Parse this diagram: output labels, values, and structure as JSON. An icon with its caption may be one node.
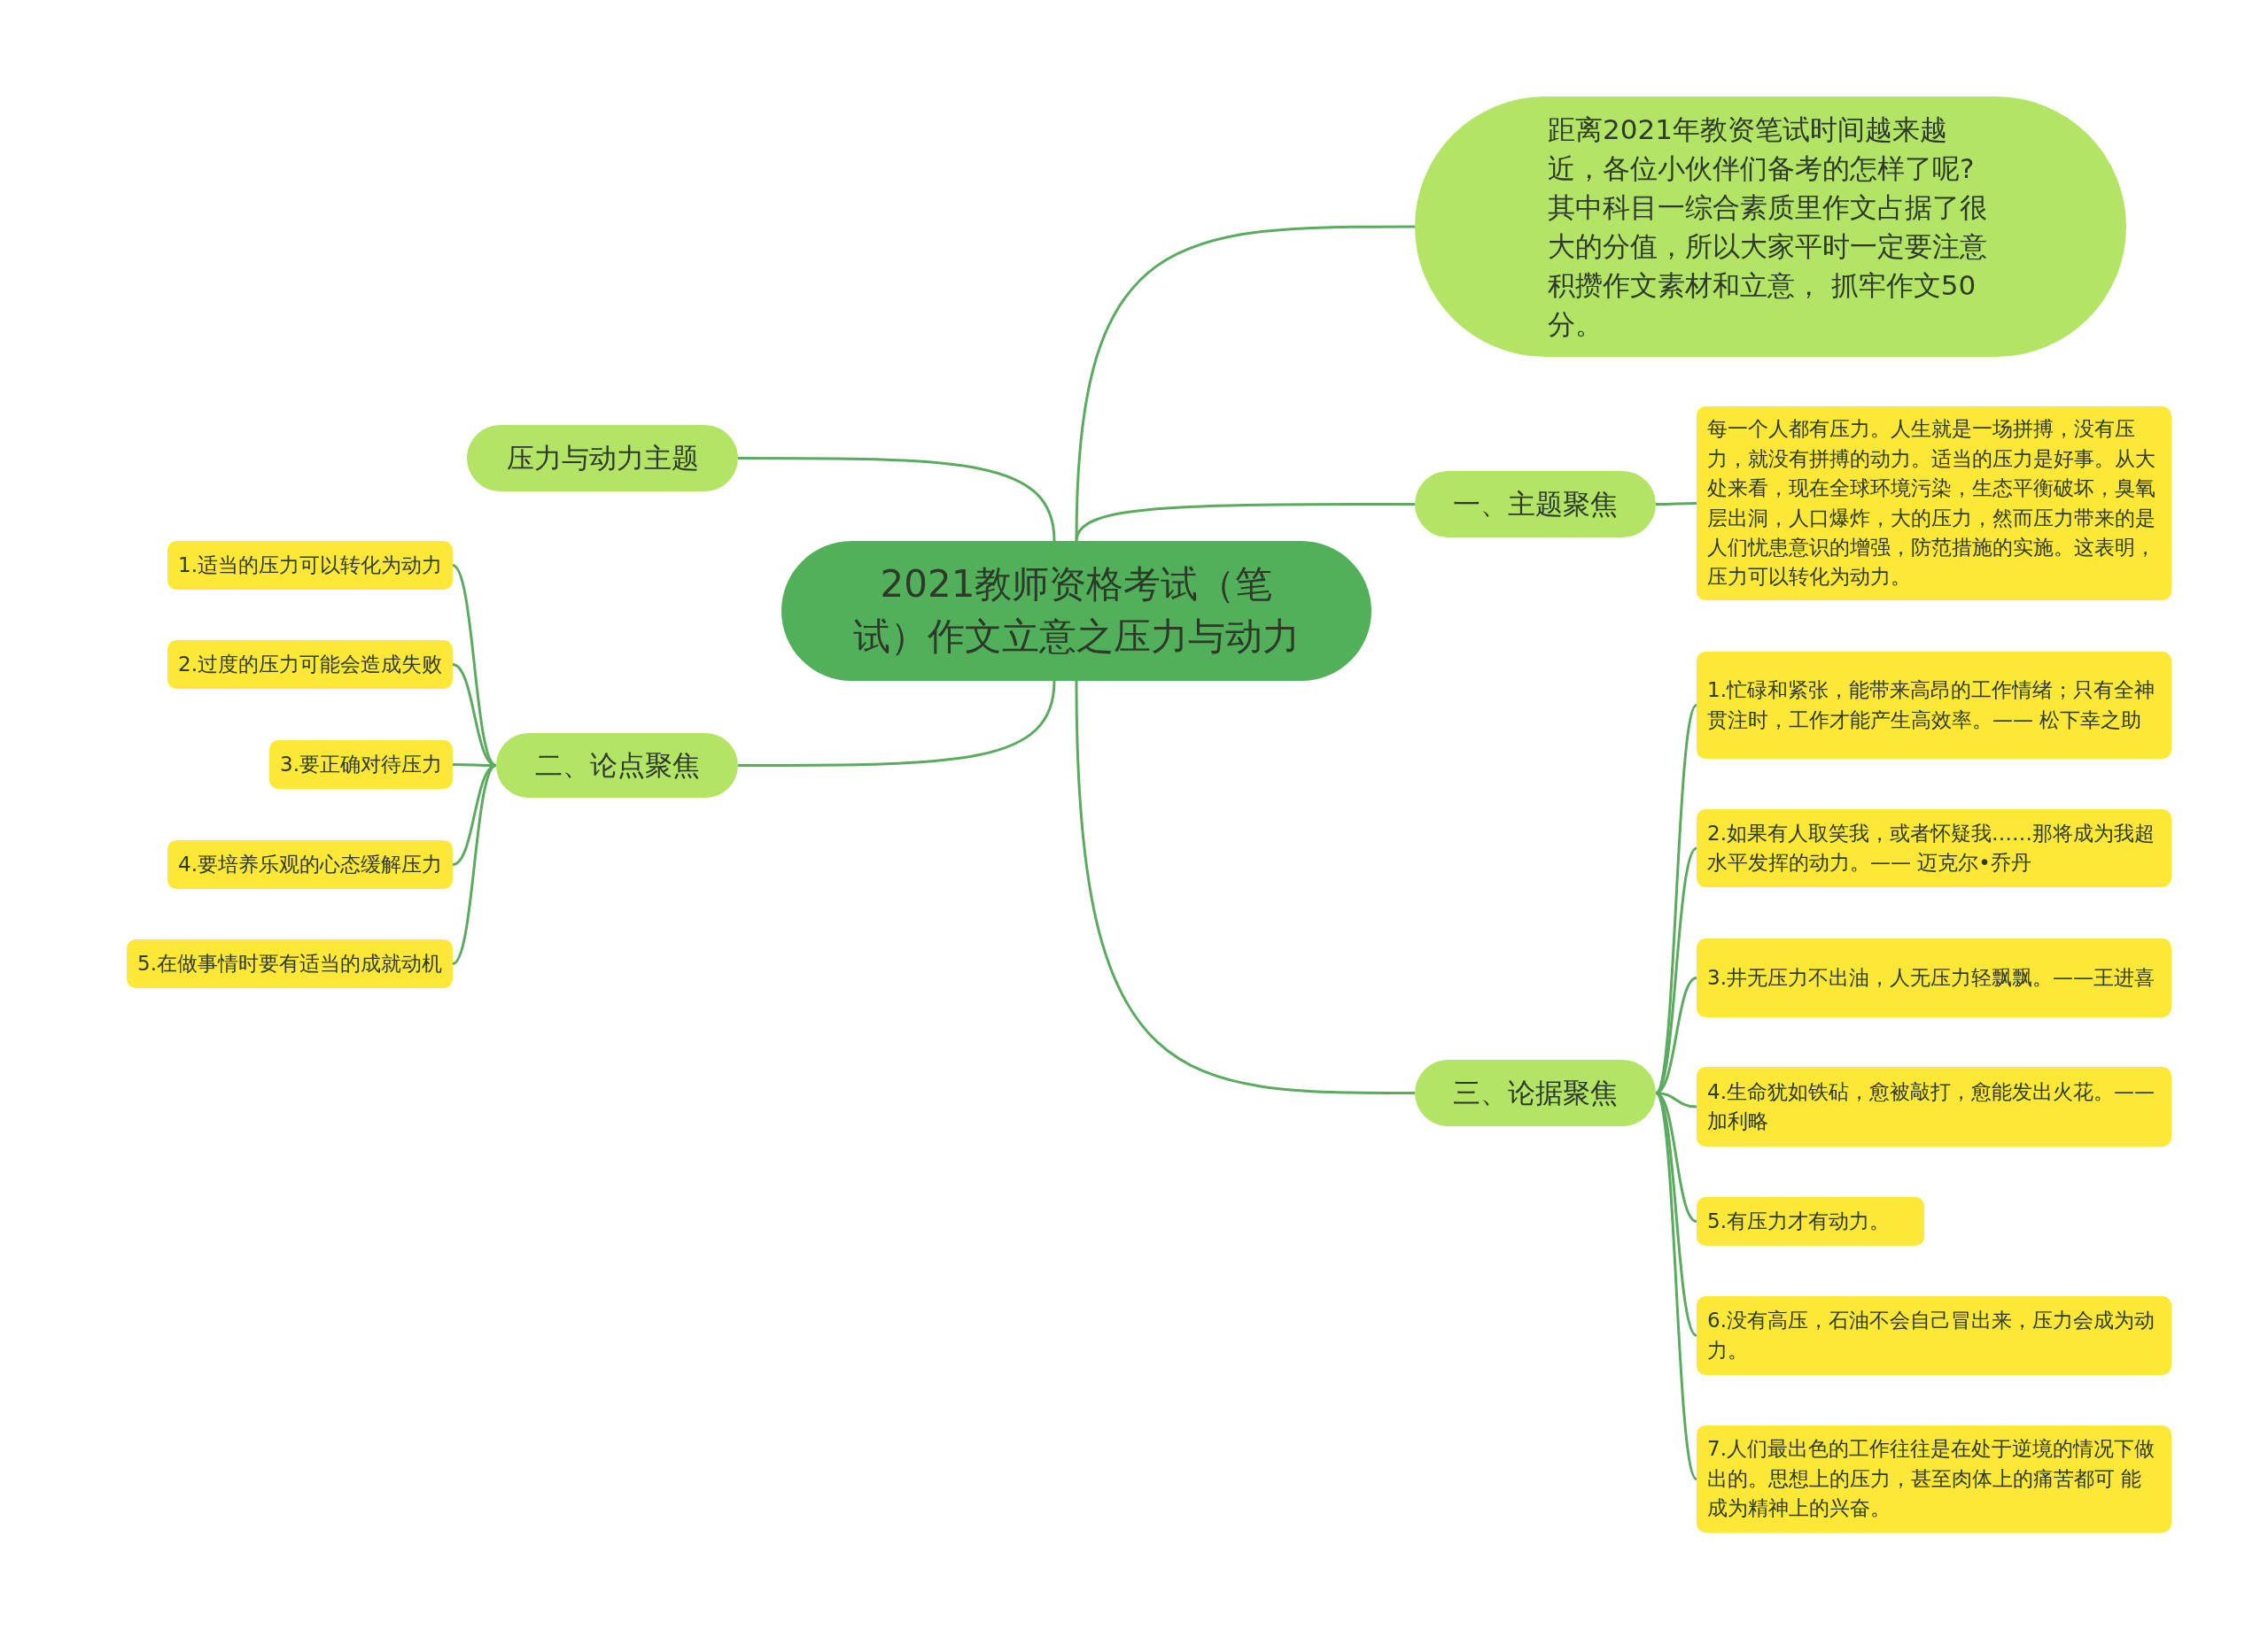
{
  "diagram": {
    "nodes": [
      {
        "text": [
          "2021教师资格考试（笔试）作文立意之压力与动力"
        ]
      },
      {
        "text": [
          "距离2021年教资笔试时间越来越近，各位小伙伴们备考的怎样了呢?其中科目一综合素质里作文占据了很大的分值，所以大家平时一定要注意积攒作文素材和立意， 抓牢作文50分。"
        ]
      },
      {
        "text": [
          "压力与动力主题"
        ]
      },
      {
        "text": [
          "一、主题聚焦"
        ]
      },
      {
        "text": [
          "每一个人都有压力。人生就是一场拼搏，没有压力，就没有拼搏的动力。适当的压力是好事。从大处来看，现在全球环境污染，生态平衡破坏，臭氧层出洞，人口爆炸，大的压力，然而压力带来的是人们忧患意识的增强，防范措施的实施。这表明，压力可以转化为动力。"
        ]
      },
      {
        "text": [
          "二、论点聚焦"
        ]
      },
      {
        "text": [
          "1.适当的压力可以转化为动力"
        ]
      },
      {
        "text": [
          "2.过度的压力可能会造成失败"
        ]
      },
      {
        "text": [
          "3.要正确对待压力"
        ]
      },
      {
        "text": [
          "4.要培养乐观的心态缓解压力"
        ]
      },
      {
        "text": [
          "5.在做事情时要有适当的成就动机"
        ]
      },
      {
        "text": [
          "三、论据聚焦"
        ]
      },
      {
        "text": [
          "1.忙碌和紧张，能带来高昂的工作情绪；只有全神贯注时，工作才能产生高效率。—— 松下幸之助"
        ]
      },
      {
        "text": [
          "2.如果有人取笑我，或者怀疑我……那将成为我超水平发挥的动力。—— 迈克尔•乔丹"
        ]
      },
      {
        "text": [
          "3.井无压力不出油，人无压力轻飘飘。——王进喜"
        ]
      },
      {
        "text": [
          "4.生命犹如铁砧，愈被敲打，愈能发出火花。—— 加利略"
        ]
      },
      {
        "text": [
          "5.有压力才有动力。"
        ]
      },
      {
        "text": [
          "6.没有高压，石油不会自己冒出来，压力会成为动力。"
        ]
      },
      {
        "text": [
          "7.人们最出色的工作往往是在处于逆境的情况下做出的。思想上的压力，甚至肉体上的痛苦都可 能成为精神上的兴奋。"
        ]
      }
    ],
    "edges": [
      {
        "from": 0,
        "to": 1,
        "arrow": "none"
      },
      {
        "from": 0,
        "to": 2,
        "arrow": "none"
      },
      {
        "from": 0,
        "to": 3,
        "arrow": "none"
      },
      {
        "from": 3,
        "to": 4,
        "arrow": "none"
      },
      {
        "from": 0,
        "to": 5,
        "arrow": "none"
      },
      {
        "from": 5,
        "to": 6,
        "arrow": "none"
      },
      {
        "from": 5,
        "to": 7,
        "arrow": "none"
      },
      {
        "from": 5,
        "to": 8,
        "arrow": "none"
      },
      {
        "from": 5,
        "to": 9,
        "arrow": "none"
      },
      {
        "from": 5,
        "to": 10,
        "arrow": "none"
      },
      {
        "from": 0,
        "to": 11,
        "arrow": "none"
      },
      {
        "from": 11,
        "to": 12,
        "arrow": "none"
      },
      {
        "from": 11,
        "to": 13,
        "arrow": "none"
      },
      {
        "from": 11,
        "to": 14,
        "arrow": "none"
      },
      {
        "from": 11,
        "to": 15,
        "arrow": "none"
      },
      {
        "from": 11,
        "to": 16,
        "arrow": "none"
      },
      {
        "from": 11,
        "to": 17,
        "arrow": "none"
      },
      {
        "from": 11,
        "to": 18,
        "arrow": "none"
      }
    ]
  }
}
